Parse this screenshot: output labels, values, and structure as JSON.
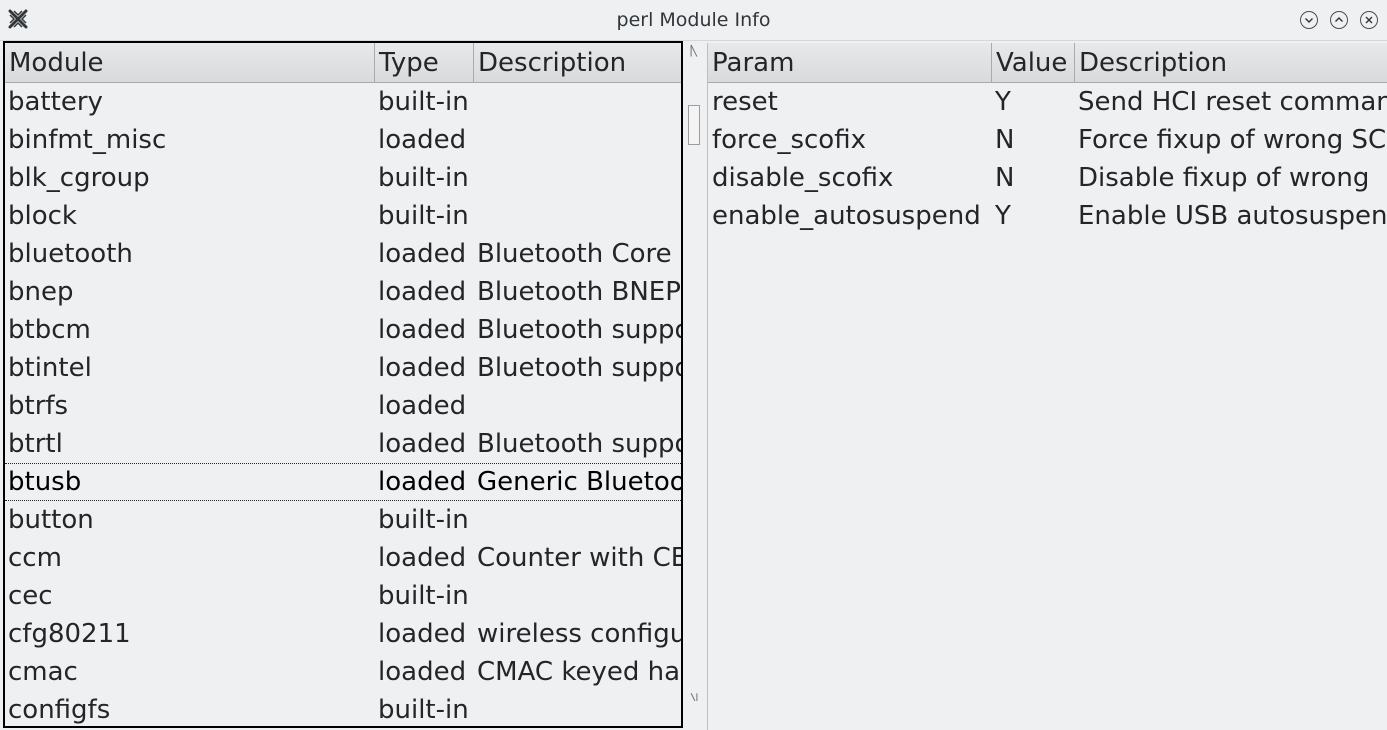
{
  "window": {
    "title": "perl Module Info"
  },
  "icons": {
    "app": "close-x-icon",
    "minimize": "chevron-down-icon",
    "maximize": "chevron-up-icon",
    "close": "close-icon"
  },
  "modules": {
    "headers": [
      "Module",
      "Type",
      "Description"
    ],
    "rows": [
      {
        "module": "battery",
        "type": "built-in",
        "description": ""
      },
      {
        "module": "binfmt_misc",
        "type": "loaded",
        "description": ""
      },
      {
        "module": "blk_cgroup",
        "type": "built-in",
        "description": ""
      },
      {
        "module": "block",
        "type": "built-in",
        "description": ""
      },
      {
        "module": "bluetooth",
        "type": "loaded",
        "description": "Bluetooth Core"
      },
      {
        "module": "bnep",
        "type": "loaded",
        "description": "Bluetooth BNEP"
      },
      {
        "module": "btbcm",
        "type": "loaded",
        "description": "Bluetooth support"
      },
      {
        "module": "btintel",
        "type": "loaded",
        "description": "Bluetooth support"
      },
      {
        "module": "btrfs",
        "type": "loaded",
        "description": ""
      },
      {
        "module": "btrtl",
        "type": "loaded",
        "description": "Bluetooth support"
      },
      {
        "module": "btusb",
        "type": "loaded",
        "description": "Generic Bluetooth"
      },
      {
        "module": "button",
        "type": "built-in",
        "description": ""
      },
      {
        "module": "ccm",
        "type": "loaded",
        "description": "Counter with CBC"
      },
      {
        "module": "cec",
        "type": "built-in",
        "description": ""
      },
      {
        "module": "cfg80211",
        "type": "loaded",
        "description": "wireless configuration"
      },
      {
        "module": "cmac",
        "type": "loaded",
        "description": "CMAC keyed hash"
      },
      {
        "module": "configfs",
        "type": "built-in",
        "description": ""
      }
    ],
    "selected": "btusb"
  },
  "params": {
    "headers": [
      "Param",
      "Value",
      "Description"
    ],
    "rows": [
      {
        "param": "reset",
        "value": "Y",
        "description": "Send HCI reset command"
      },
      {
        "param": "force_scofix",
        "value": "N",
        "description": "Force fixup of wrong SCO"
      },
      {
        "param": "disable_scofix",
        "value": "N",
        "description": "Disable fixup of wrong"
      },
      {
        "param": "enable_autosuspend",
        "value": "Y",
        "description": "Enable USB autosuspend"
      }
    ]
  }
}
